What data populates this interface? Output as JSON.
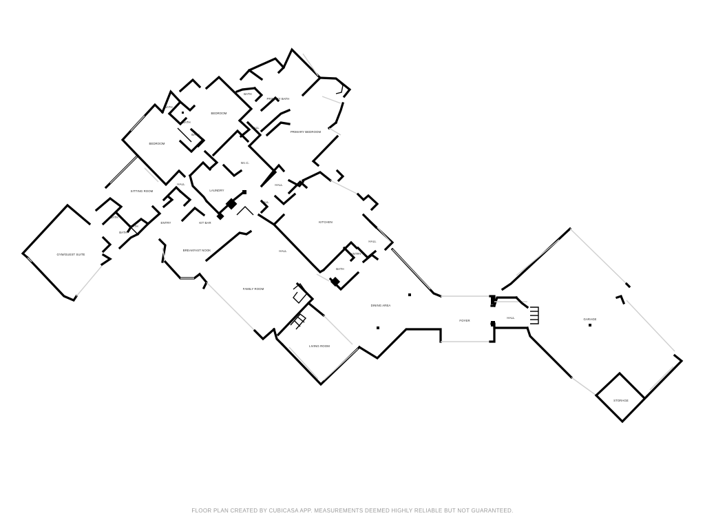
{
  "rooms": {
    "gym_guest_suite": "GYM/GUEST SUITE",
    "bath_a": "BATH",
    "bath_b": "BATH",
    "bath_c": "BATH",
    "sitting_room": "SITTING ROOM",
    "entry": "ENTRY",
    "bedroom_left": "BEDROOM",
    "bath_d": "BATH",
    "bath_e": "BATH",
    "bath_f": "BATH",
    "bedroom_mid": "BEDROOM",
    "bath_g": "BATH",
    "primary_bath": "PRIMARY BATH",
    "hall_top": "HALL",
    "primary_bedroom": "PRIMARY BEDROOM",
    "wic": "W.I.C.",
    "hall_side": "HALL",
    "laundry": "LAUNDRY",
    "hall_mid": "HALL",
    "hall_small": "HALL",
    "kit_bar": "KIT BAR",
    "breakfast_nook": "BREAKFAST NOOK",
    "hall_center": "HALL",
    "kitchen": "KITCHEN",
    "hall_kitchen": "HALL",
    "pantry": "PANTRY",
    "bath_h": "BATH",
    "family_room": "FAMILY ROOM",
    "living_room": "LIVING ROOM",
    "dining_area": "DINING AREA",
    "foyer": "FOYER",
    "hall_right": "HALL",
    "garage": "GARAGE",
    "storage": "STORAGE"
  },
  "footer": "FLOOR PLAN CREATED BY CUBICASA APP. MEASUREMENTS DEEMED HIGHLY RELIABLE BUT NOT GUARANTEED."
}
